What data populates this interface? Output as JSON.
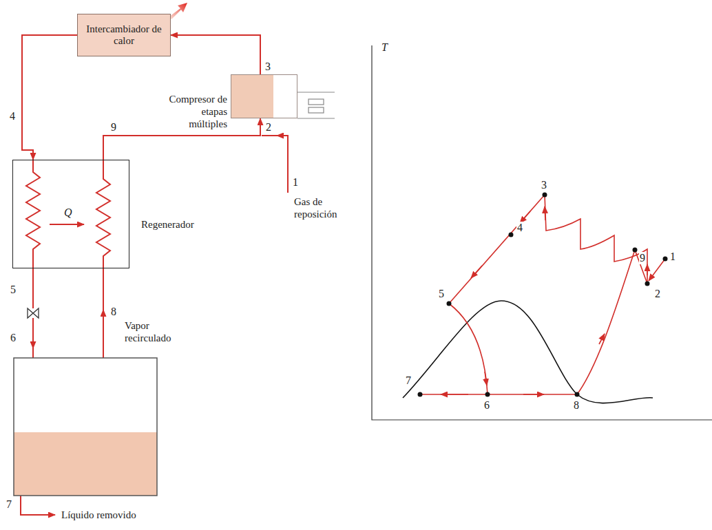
{
  "diagram": {
    "nodes": [
      {
        "text": [
          "Intercambiador de calor"
        ]
      },
      {
        "text": [
          "Compresor de etapas múltiples"
        ]
      },
      {
        "text": [
          "Regenerador"
        ]
      }
    ],
    "edges": [
      {
        "from": 1,
        "to": 0,
        "arrow": "to",
        "label": "3"
      },
      {
        "from": 0,
        "to": 2,
        "arrow": "to",
        "label": "4"
      },
      {
        "from": 2,
        "to": 1,
        "arrow": "to",
        "label": "9"
      }
    ],
    "labels": [
      "2",
      "1",
      "Gas de reposición",
      "5",
      "6",
      "8",
      "Vapor recirculado",
      "7",
      "Líquido removido",
      "Q",
      "T",
      "3",
      "4",
      "5",
      "7",
      "6",
      "8",
      "9",
      "2",
      "1"
    ]
  }
}
